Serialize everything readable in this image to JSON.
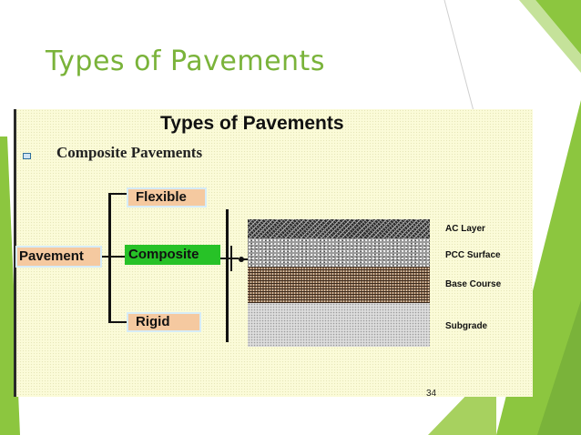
{
  "slide": {
    "title": "Types of Pavements",
    "page_number": "34"
  },
  "image": {
    "title": "Types of Pavements",
    "subheading": "Composite Pavements",
    "root_label": "Pavement",
    "types": [
      "Flexible",
      "Composite",
      "Rigid"
    ],
    "layers": [
      "AC Layer",
      "PCC Surface",
      "Base Course",
      "Subgrade"
    ]
  },
  "colors": {
    "accent_green": "#7ab33a",
    "panel_background": "#fbfbd8",
    "box_fill": "#f5c9a0",
    "composite_fill": "#27c227"
  }
}
